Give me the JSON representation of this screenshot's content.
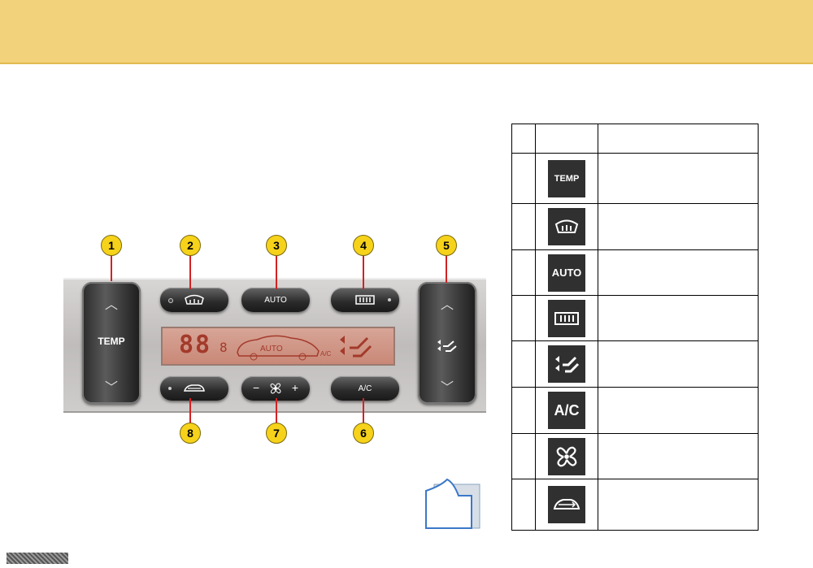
{
  "panel": {
    "temp_left_label": "TEMP",
    "auto_label": "AUTO",
    "ac_label": "A/C",
    "lcd_digits": "88",
    "lcd_small": "8",
    "lcd_auto": "AUTO",
    "lcd_ac": "A/C",
    "fan_minus": "−",
    "fan_plus": "+"
  },
  "callouts": [
    "1",
    "2",
    "3",
    "4",
    "5",
    "8",
    "7",
    "6"
  ],
  "legend": {
    "rows": [
      {
        "icon": "TEMP"
      },
      {
        "icon": "windscreen-demist-icon"
      },
      {
        "icon": "AUTO"
      },
      {
        "icon": "rear-screen-demist-icon"
      },
      {
        "icon": "air-distribution-icon"
      },
      {
        "icon": "A/C"
      },
      {
        "icon": "fan-icon"
      },
      {
        "icon": "recirculation-icon"
      }
    ]
  },
  "colors": {
    "header": "#f2d27a",
    "badge": "#f6d21a",
    "callout_line": "#d22222",
    "lcd": "#c98877"
  }
}
